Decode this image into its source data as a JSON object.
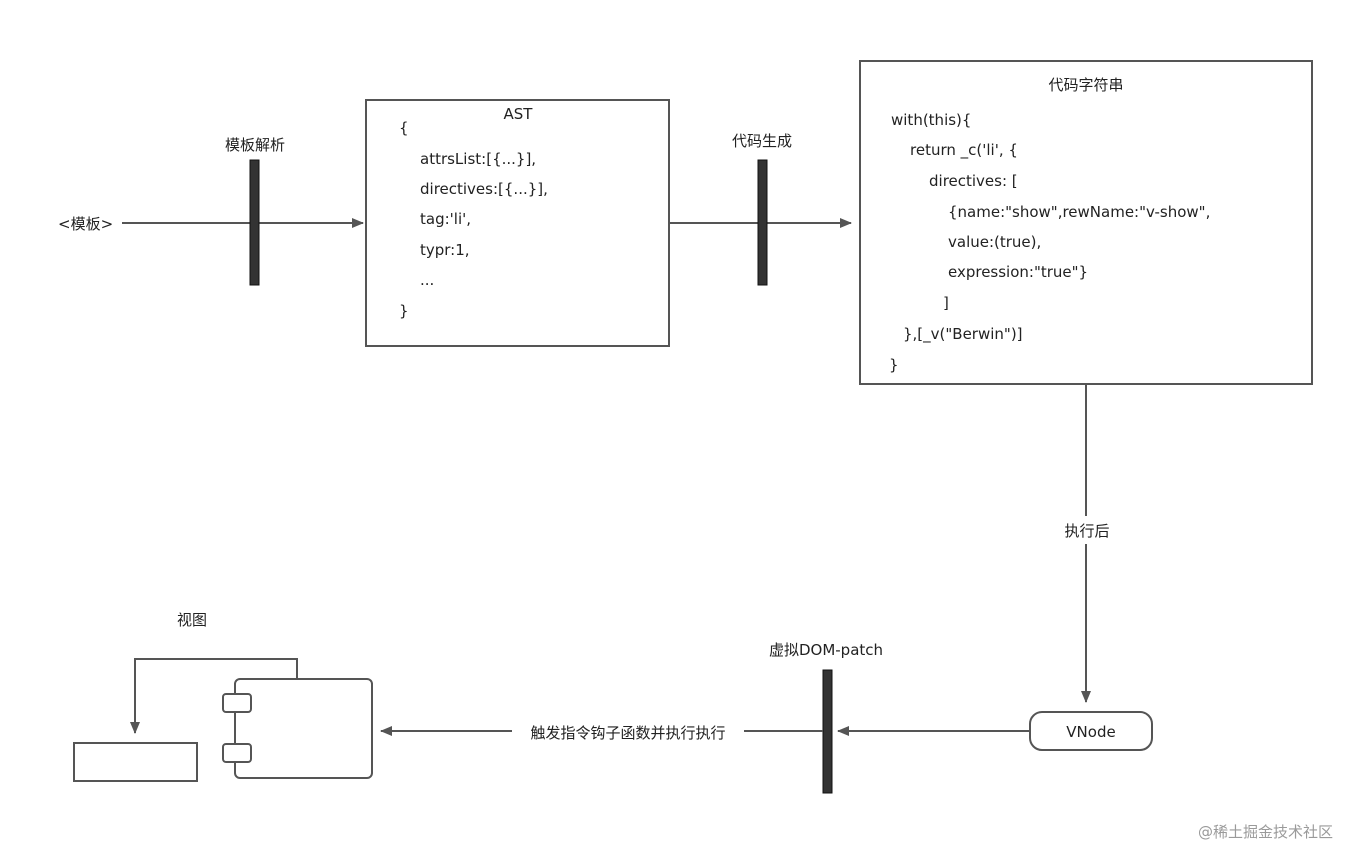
{
  "labels": {
    "template": "<模板>",
    "template_parse": "模板解析",
    "code_gen": "代码生成",
    "after_exec": "执行后",
    "vdom_patch": "虚拟DOM-patch",
    "trigger": "触发指令钩子函数并执行执行",
    "view": "视图",
    "vnode": "VNode"
  },
  "ast": {
    "title": "AST",
    "lines": [
      "{",
      "attrsList:[{...}],",
      "directives:[{...}],",
      "tag:'li',",
      "typr:1,",
      "...",
      "}"
    ]
  },
  "code_string": {
    "title": "代码字符串",
    "lines": [
      "with(this){",
      "return _c('li', {",
      "directives: [",
      "{name:\"show\",rewName:\"v-show\",",
      "value:(true),",
      "expression:\"true\"}",
      "]",
      "},[_v(\"Berwin\")]",
      "}"
    ]
  },
  "watermark": "@稀土掘金技术社区",
  "colors": {
    "line": "#555555",
    "bar": "#333333",
    "box_border": "#555555"
  }
}
